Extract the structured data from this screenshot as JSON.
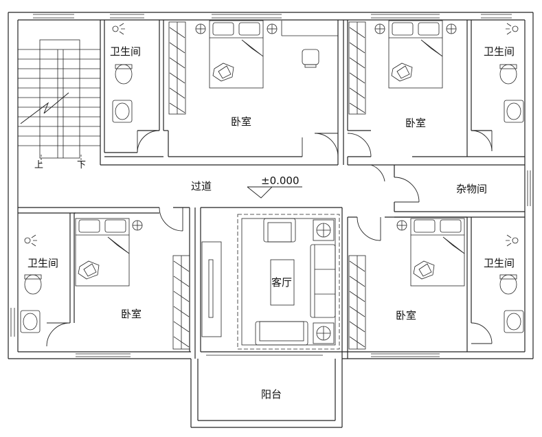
{
  "rooms": {
    "bath_1": "卫生间",
    "bath_2": "卫生间",
    "bath_3": "卫生间",
    "bath_4": "卫生间",
    "bedroom_1": "卧室",
    "bedroom_2": "卧室",
    "bedroom_3": "卧室",
    "bedroom_4": "卧室",
    "corridor": "过道",
    "storage": "杂物间",
    "living": "客厅",
    "balcony": "阳台"
  },
  "elevation": "±0.000",
  "stairs": {
    "up": "上",
    "down": "下"
  }
}
